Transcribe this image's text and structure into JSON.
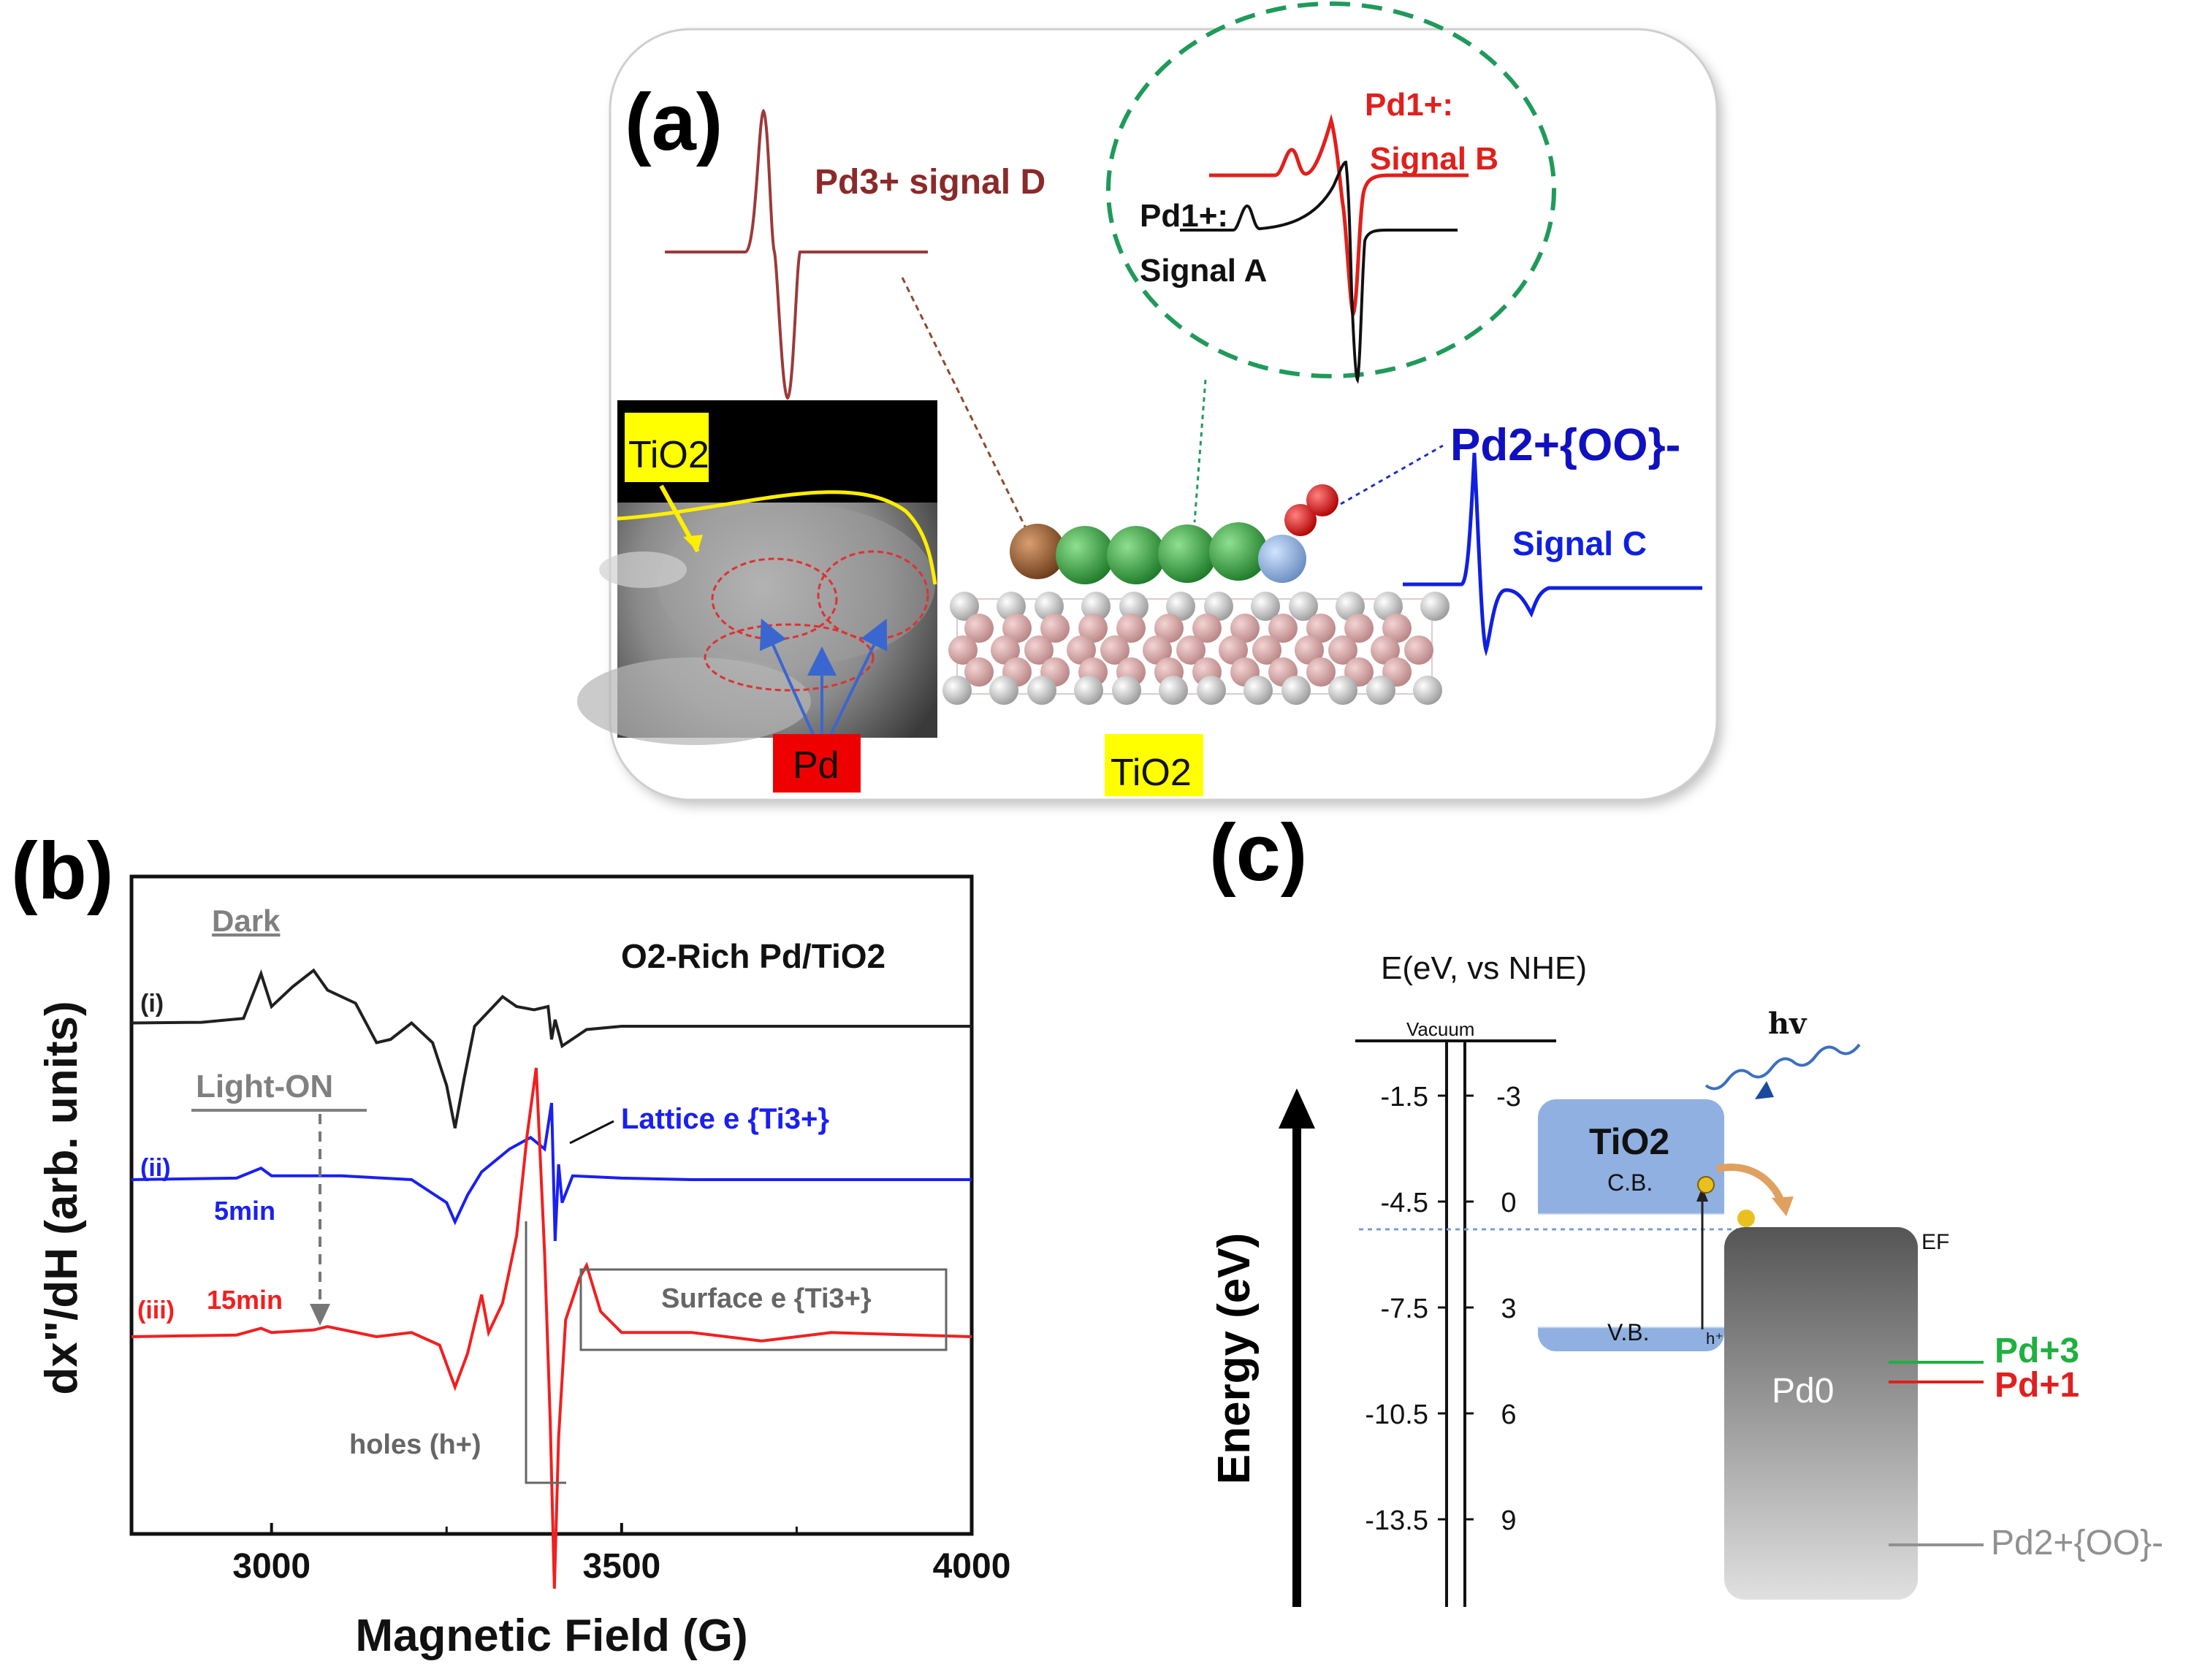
{
  "panel_a": {
    "label": "(a)",
    "pd3_signal": "Pd3+ signal D",
    "pd1_b_label": "Pd1+:",
    "signal_b": "Signal B",
    "pd1_a_label": "Pd1+:",
    "signal_a": "Signal A",
    "pd2_label": "Pd2+{OO}-",
    "signal_c": "Signal C",
    "tio2_inset": "TiO2",
    "pd_box": "Pd",
    "tio2_bottom": "TiO2",
    "colors": {
      "pd3": "#8b2a2a",
      "signal_b": "#e0201c",
      "signal_c": "#1020e0",
      "pd_box": "#ee0000",
      "tio2_box": "#ffff00"
    }
  },
  "panel_b": {
    "label": "(b)",
    "title": "O2-Rich Pd/TiO2",
    "dark": "Dark",
    "light_on": "Light-ON",
    "trace_i": "(i)",
    "trace_ii": "(ii)",
    "trace_iii": "(iii)",
    "t5": "5min",
    "t15": "15min",
    "lattice": "Lattice e {Ti3+}",
    "surface": "Surface e {Ti3+}",
    "holes": "holes (h+)",
    "chart_data": {
      "type": "line",
      "xlabel": "Magnetic Field (G)",
      "ylabel": "dx\"/dH (arb. units)",
      "xlim": [
        2800,
        4000
      ],
      "x_ticks": [
        "3000",
        "3500",
        "4000"
      ],
      "series": [
        {
          "name": "(i)",
          "color": "#202020",
          "x": [
            2800,
            2900,
            2960,
            2985,
            3000,
            3030,
            3060,
            3080,
            3120,
            3150,
            3170,
            3200,
            3230,
            3250,
            3262,
            3275,
            3290,
            3330,
            3350,
            3375,
            3395,
            3400,
            3405,
            3415,
            3450,
            3500,
            3600,
            3800,
            4000
          ],
          "y": [
            0.05,
            0.06,
            0.12,
            0.8,
            0.3,
            0.6,
            0.85,
            0.55,
            0.35,
            -0.25,
            -0.2,
            0.05,
            -0.25,
            -0.9,
            -1.55,
            -0.8,
            0.0,
            0.45,
            0.3,
            0.25,
            0.3,
            -0.2,
            0.1,
            -0.3,
            -0.05,
            0.0,
            0.0,
            0.0,
            0.0
          ]
        },
        {
          "name": "(ii) 5min",
          "color": "#1a20f0",
          "x": [
            2800,
            2950,
            2985,
            3000,
            3100,
            3200,
            3250,
            3262,
            3280,
            3300,
            3340,
            3370,
            3390,
            3400,
            3405,
            3410,
            3415,
            3430,
            3500,
            3600,
            3800,
            4000
          ],
          "y": [
            0.0,
            0.02,
            0.15,
            0.05,
            0.05,
            0.0,
            -0.3,
            -0.55,
            -0.2,
            0.1,
            0.4,
            0.55,
            0.4,
            1.0,
            -0.8,
            0.2,
            -0.3,
            0.05,
            0.02,
            0.0,
            0.0,
            0.0
          ]
        },
        {
          "name": "(iii) 15min",
          "color": "#f02020",
          "x": [
            2800,
            2950,
            2985,
            3000,
            3060,
            3080,
            3150,
            3200,
            3240,
            3262,
            3280,
            3300,
            3310,
            3330,
            3350,
            3365,
            3378,
            3390,
            3398,
            3404,
            3410,
            3420,
            3440,
            3450,
            3470,
            3500,
            3600,
            3700,
            3800,
            4000
          ],
          "y": [
            0.0,
            0.02,
            0.1,
            0.05,
            0.08,
            0.12,
            0.0,
            0.05,
            -0.1,
            -0.6,
            -0.2,
            0.5,
            0.05,
            0.4,
            1.2,
            2.4,
            3.2,
            1.0,
            -1.0,
            -3.0,
            -1.2,
            0.2,
            0.7,
            0.85,
            0.3,
            0.05,
            0.05,
            -0.05,
            0.05,
            0.0
          ]
        }
      ]
    }
  },
  "panel_c": {
    "label": "(c)",
    "axis_title": "E(eV, vs NHE)",
    "vacuum": "Vacuum",
    "energy_label": "Energy (eV)",
    "hv": "hv",
    "tio2": "TiO2",
    "cb": "C.B.",
    "vb": "V.B.",
    "ef": "EF",
    "pd0": "Pd0",
    "pd3": "Pd+3",
    "pd1": "Pd+1",
    "pd2": "Pd2+{OO}-",
    "left_ticks": [
      "-1.5",
      "-4.5",
      "-7.5",
      "-10.5",
      "-13.5"
    ],
    "right_ticks": [
      "-3",
      "0",
      "3",
      "6",
      "9"
    ],
    "colors": {
      "pd3": "#20b040",
      "pd1": "#e02020",
      "pd2": "#909090",
      "tio2": "#8fb0e0"
    }
  }
}
